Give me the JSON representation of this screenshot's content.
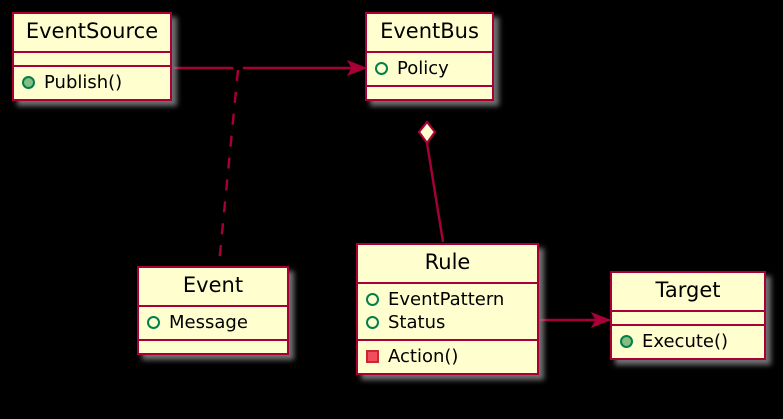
{
  "diagram": {
    "type": "uml-class-diagram",
    "background_color": "#000000",
    "class_fill_color": "#FEFECE",
    "class_border_color": "#A80036",
    "line_color": "#A80036",
    "public_icon_color": "#84BE84",
    "private_icon_color": "#F24D5C",
    "attribute_icon_color": "#038048",
    "classes": [
      {
        "name": "EventSource",
        "attributes": [],
        "methods": [
          {
            "label": "Publish()",
            "visibility": "public",
            "icon": "method-public-icon"
          }
        ]
      },
      {
        "name": "EventBus",
        "attributes": [
          {
            "label": "Policy",
            "visibility": "public",
            "icon": "attribute-public-icon"
          }
        ],
        "methods": []
      },
      {
        "name": "Event",
        "attributes": [
          {
            "label": "Message",
            "visibility": "public",
            "icon": "attribute-public-icon"
          }
        ],
        "methods": []
      },
      {
        "name": "Rule",
        "attributes": [
          {
            "label": "EventPattern",
            "visibility": "public",
            "icon": "attribute-public-icon"
          },
          {
            "label": "Status",
            "visibility": "public",
            "icon": "attribute-public-icon"
          }
        ],
        "methods": [
          {
            "label": "Action()",
            "visibility": "private",
            "icon": "method-private-icon"
          }
        ]
      },
      {
        "name": "Target",
        "attributes": [],
        "methods": [
          {
            "label": "Execute()",
            "visibility": "public",
            "icon": "method-public-icon"
          }
        ]
      }
    ],
    "relations": [
      {
        "from": "EventSource",
        "to": "EventBus",
        "kind": "association-arrow",
        "style": "solid"
      },
      {
        "from": "EventSource",
        "to": "Event",
        "kind": "dependency",
        "style": "dashed"
      },
      {
        "from": "EventBus",
        "to": "Rule",
        "kind": "aggregation",
        "style": "solid"
      },
      {
        "from": "Rule",
        "to": "Target",
        "kind": "association-arrow",
        "style": "solid"
      }
    ]
  }
}
